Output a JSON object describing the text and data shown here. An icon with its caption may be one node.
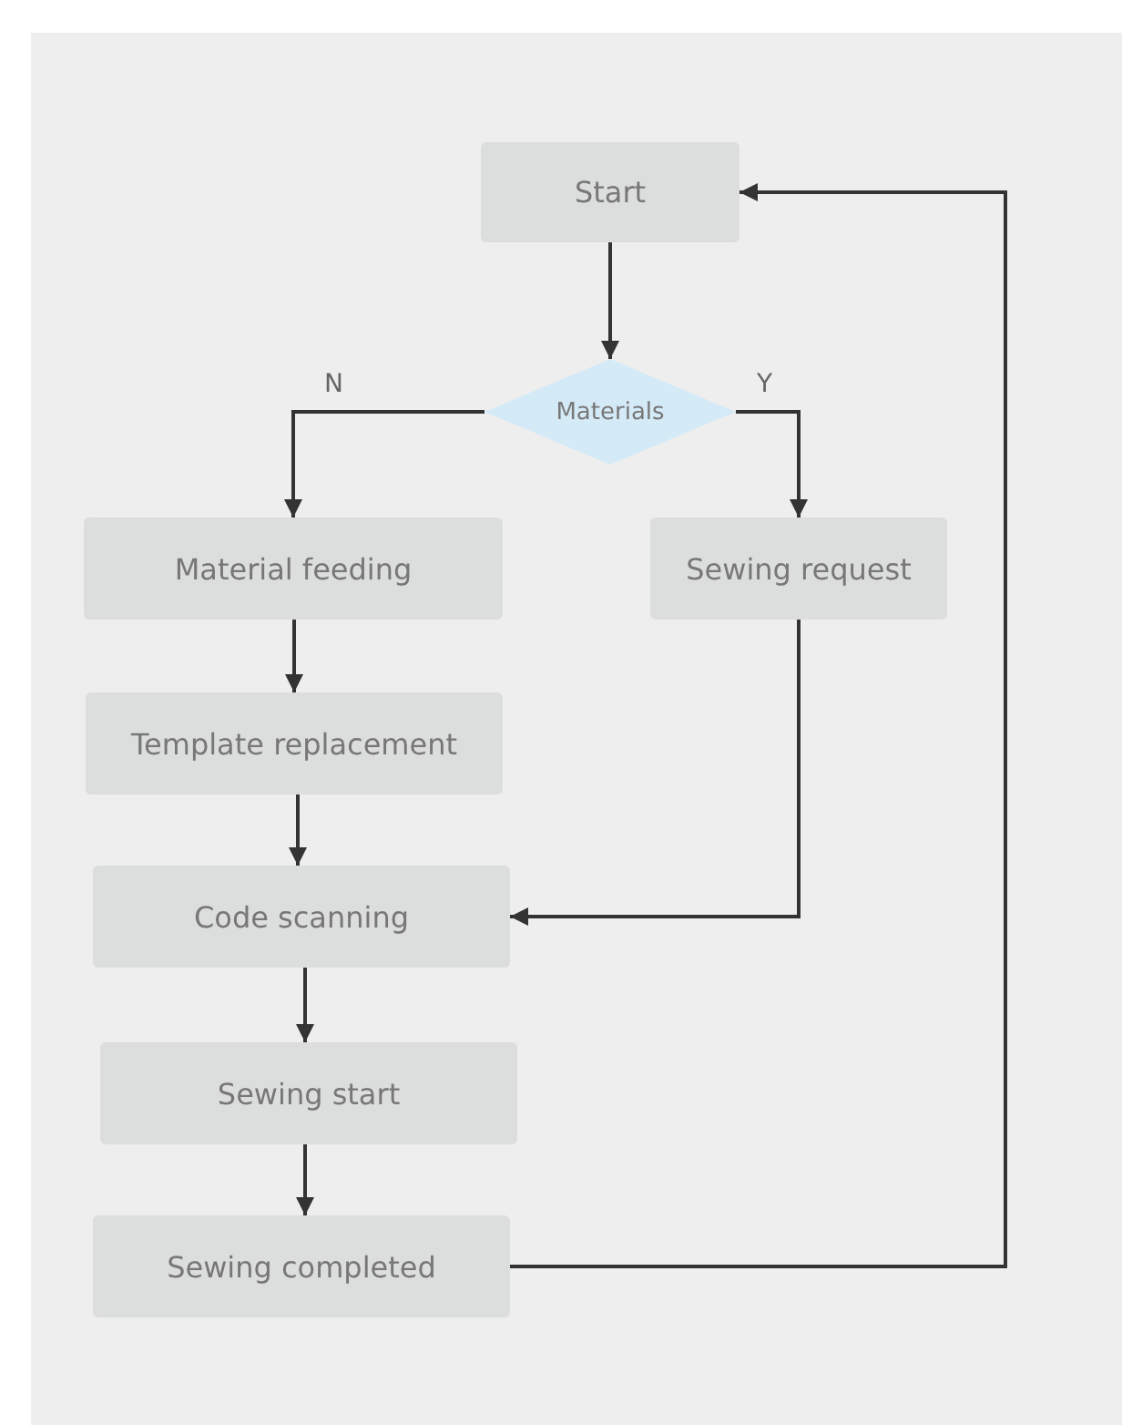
{
  "diagram": {
    "nodes": [
      {
        "text": [
          "Start"
        ]
      },
      {
        "text": [
          "Materials"
        ]
      },
      {
        "text": [
          "Material feeding"
        ]
      },
      {
        "text": [
          "Sewing request"
        ]
      },
      {
        "text": [
          "Template replacement"
        ]
      },
      {
        "text": [
          "Code scanning"
        ]
      },
      {
        "text": [
          "Sewing start"
        ]
      },
      {
        "text": [
          "Sewing completed"
        ]
      }
    ],
    "edges": [
      {
        "from": 0,
        "to": 1,
        "arrow": "to"
      },
      {
        "from": 1,
        "to": 2,
        "arrow": "to",
        "label": "N"
      },
      {
        "from": 1,
        "to": 3,
        "arrow": "to",
        "label": "Y"
      },
      {
        "from": 2,
        "to": 4,
        "arrow": "to"
      },
      {
        "from": 4,
        "to": 5,
        "arrow": "to"
      },
      {
        "from": 3,
        "to": 5,
        "arrow": "to"
      },
      {
        "from": 5,
        "to": 6,
        "arrow": "to"
      },
      {
        "from": 6,
        "to": 7,
        "arrow": "to"
      },
      {
        "from": 7,
        "to": 0,
        "arrow": "to"
      }
    ]
  }
}
